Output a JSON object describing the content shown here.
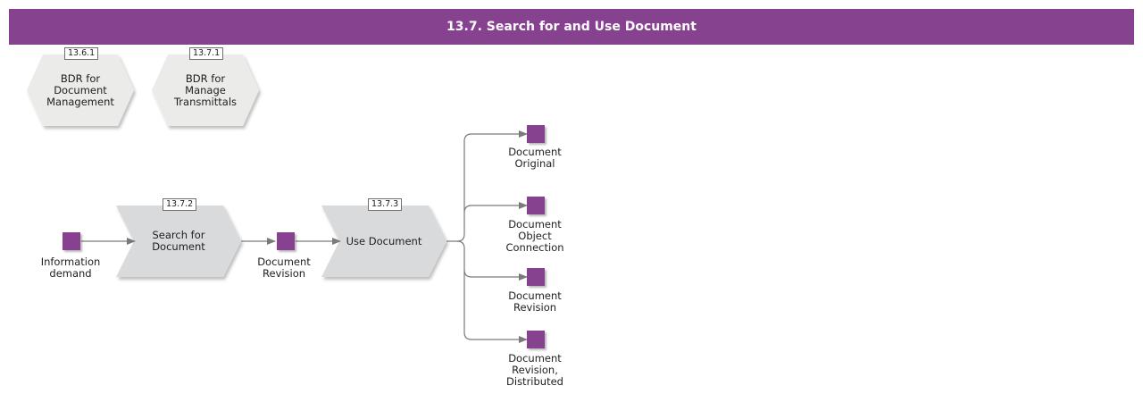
{
  "header": {
    "title": "13.7. Search for and Use Document"
  },
  "colors": {
    "header_bg": "#86418F",
    "object_fill": "#86418F",
    "function_fill": "#D9DADB",
    "hexagon_fill": "#EBEBEA",
    "connector": "#7A7A7A"
  },
  "processes": [
    {
      "id": "13.6.1",
      "label": "BDR for\nDocument\nManagement",
      "icon": "hexagon-process"
    },
    {
      "id": "13.7.1",
      "label": "BDR for\nManage\nTransmittals",
      "icon": "hexagon-process"
    }
  ],
  "functions": [
    {
      "id": "13.7.2",
      "label": "Search for\nDocument",
      "icon": "chevron-function"
    },
    {
      "id": "13.7.3",
      "label": "Use Document",
      "icon": "chevron-function"
    }
  ],
  "objects": [
    {
      "label": "Information\ndemand"
    },
    {
      "label": "Document\nRevision"
    },
    {
      "label": "Document\nOriginal"
    },
    {
      "label": "Document\nObject\nConnection"
    },
    {
      "label": "Document\nRevision"
    },
    {
      "label": "Document\nRevision,\nDistributed"
    }
  ]
}
